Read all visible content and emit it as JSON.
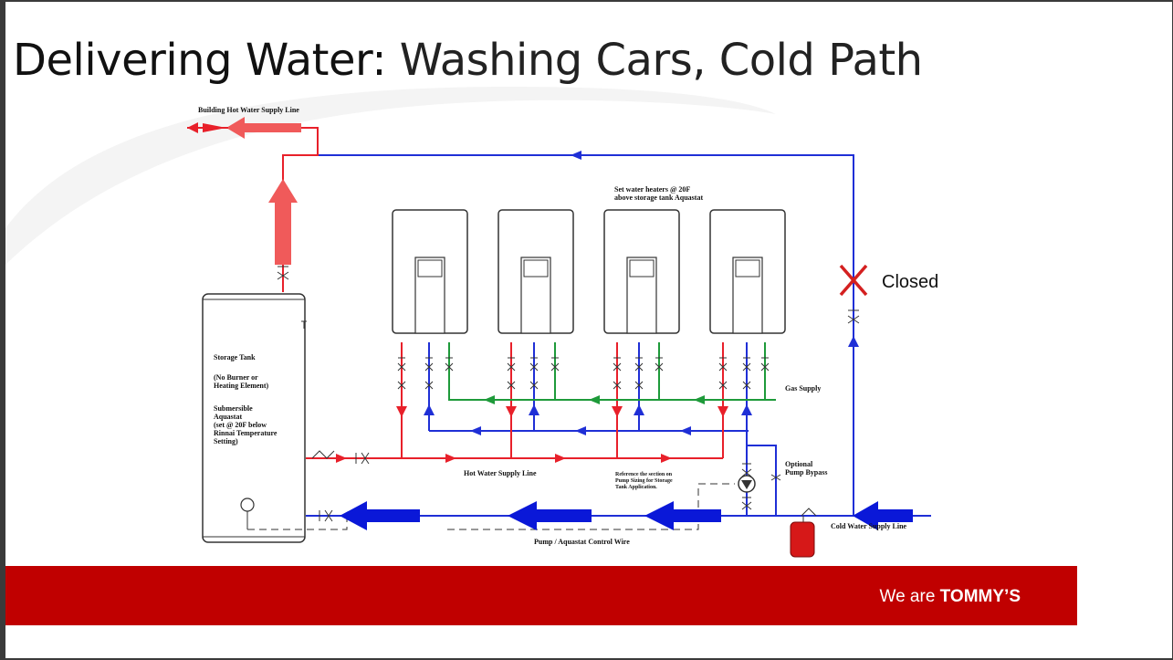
{
  "slide": {
    "title_bold": "Delivering Water:",
    "title_rest": " Washing Cars, Cold Path"
  },
  "diagram": {
    "labels": {
      "building_hot_water": "Building Hot Water  Supply Line",
      "set_heaters_1": "Set water heaters @ 20F",
      "set_heaters_2": "above storage tank Aquastat",
      "closed": "Closed",
      "storage_tank": "Storage Tank",
      "no_burner_1": "(No Burner or",
      "no_burner_2": "Heating Element)",
      "submersible_1": "Submersible",
      "submersible_2": "Aquastat",
      "submersible_3": "(set @ 20F below",
      "submersible_4": "Rinnai Temperature",
      "submersible_5": "Setting)",
      "gas_supply": "Gas Supply",
      "optional_1": "Optional",
      "optional_2": "Pump Bypass",
      "hot_water_supply": "Hot Water Supply Line",
      "reference_1": "Reference the section on",
      "reference_2": "Pump Sizing for Storage",
      "reference_3": "Tank Application.",
      "cold_water_supply": "Cold Water Supply Line",
      "control_wire": "Pump / Aquastat Control Wire"
    },
    "colors": {
      "hot": "#e8202a",
      "cold": "#1f2fd6",
      "gas": "#1e9a3a",
      "arrow_hot": "#f05a5a",
      "arrow_cold": "#0a18d8",
      "closed_x": "#d42020",
      "expansion_tank": "#d61818"
    }
  },
  "footer": {
    "prefix": "We are ",
    "brand": "TOMMY’S",
    "color": "#c00000"
  }
}
